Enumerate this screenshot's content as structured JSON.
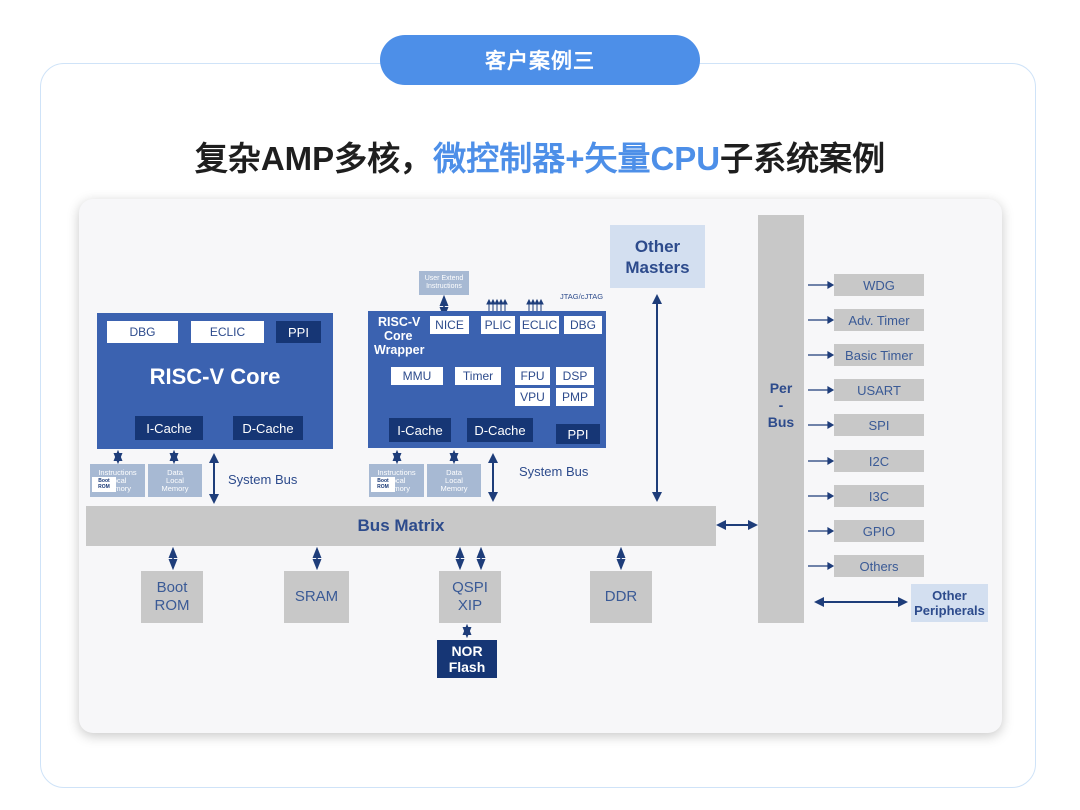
{
  "header": {
    "tag": "客户案例三"
  },
  "title": {
    "prefix": "复杂AMP多核，",
    "highlight": "微控制器+矢量CPU",
    "suffix": "子系统案例"
  },
  "colors": {
    "accent": "#4d8fe8",
    "core_blue": "#3b62b0",
    "dark_blue": "#163675",
    "gray": "#c8c8c8"
  },
  "core1": {
    "dbg": "DBG",
    "eclic": "ECLIC",
    "ppi": "PPI",
    "name": "RISC-V Core",
    "icache": "I-Cache",
    "dcache": "D-Cache",
    "ilm": {
      "l1": "Instructions",
      "l2": "Local",
      "l3": "Memory"
    },
    "boot": "Boot ROM",
    "dlm": {
      "l1": "Data",
      "l2": "Local",
      "l3": "Memory"
    },
    "bus": "System Bus"
  },
  "core2": {
    "user_ext": "User Extend Instructions",
    "jtag": "JTAG/cJTAG",
    "wrapper": {
      "l1": "RISC-V",
      "l2": "Core",
      "l3": "Wrapper"
    },
    "nice": "NICE",
    "plic": "PLIC",
    "eclic": "ECLIC",
    "dbg": "DBG",
    "mmu": "MMU",
    "timer": "Timer",
    "fpu": "FPU",
    "dsp": "DSP",
    "vpu": "VPU",
    "pmp": "PMP",
    "icache": "I-Cache",
    "dcache": "D-Cache",
    "ppi": "PPI",
    "ilm": {
      "l1": "Instructions",
      "l2": "Local",
      "l3": "Memory"
    },
    "boot": "Boot ROM",
    "dlm": {
      "l1": "Data",
      "l2": "Local",
      "l3": "Memory"
    },
    "bus": "System Bus"
  },
  "other_masters": "Other Masters",
  "bus_matrix": "Bus Matrix",
  "per_bus": {
    "l1": "Per",
    "l2": "-",
    "l3": "Bus"
  },
  "memories": {
    "boot_rom": "Boot ROM",
    "sram": "SRAM",
    "qspi": "QSPI XIP",
    "ddr": "DDR",
    "nor": "NOR Flash"
  },
  "peripherals": [
    "WDG",
    "Adv. Timer",
    "Basic Timer",
    "USART",
    "SPI",
    "I2C",
    "I3C",
    "GPIO",
    "Others"
  ],
  "other_peripherals": "Other Peripherals"
}
